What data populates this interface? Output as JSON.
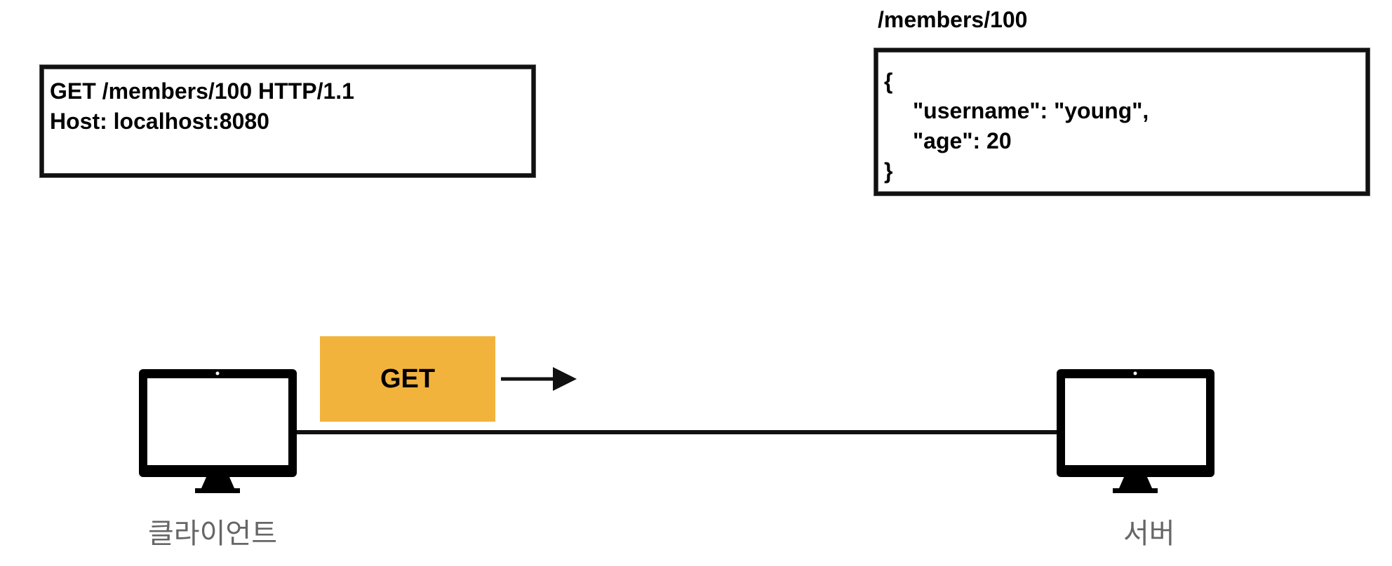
{
  "request": {
    "lines": [
      "GET /members/100 HTTP/1.1",
      "Host: localhost:8080"
    ]
  },
  "response": {
    "path": "/members/100",
    "lines": [
      "{",
      "\"username\": \"young\",",
      "\"age\": 20",
      "}"
    ]
  },
  "method_badge": {
    "label": "GET",
    "color": "#F2B33D"
  },
  "client": {
    "label": "클라이언트"
  },
  "server": {
    "label": "서버"
  }
}
